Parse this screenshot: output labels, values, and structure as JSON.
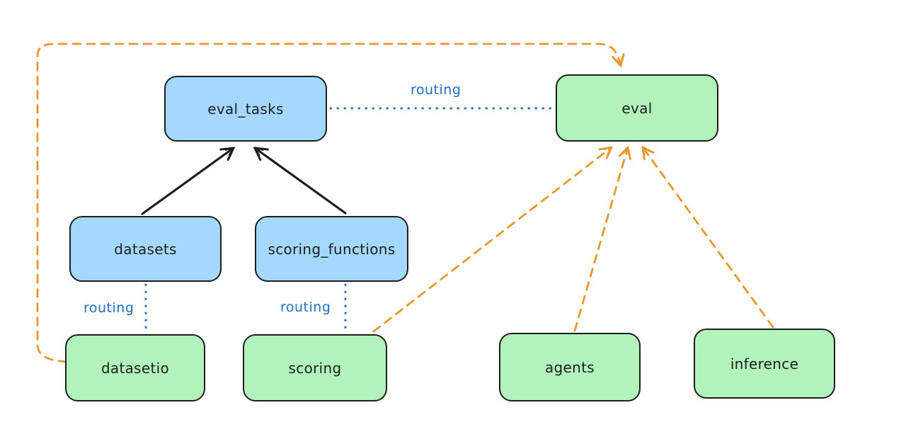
{
  "diagram": {
    "title": "",
    "background_color": "#ffffff",
    "colors": {
      "registry_fill_blue": "#a5d8ff",
      "api_fill_green": "#b2f2bb",
      "node_stroke": "#1e1e1e",
      "routing_blue": "#1971c2",
      "dashed_orange": "#e8962d",
      "solid_arrow_black": "#1e1e1e"
    },
    "nodes": [
      {
        "id": "eval_tasks",
        "label": "eval_tasks",
        "fill": "#a5d8ff"
      },
      {
        "id": "eval",
        "label": "eval",
        "fill": "#b2f2bb"
      },
      {
        "id": "datasets",
        "label": "datasets",
        "fill": "#a5d8ff"
      },
      {
        "id": "scoring_functions",
        "label": "scoring_functions",
        "fill": "#a5d8ff"
      },
      {
        "id": "datasetio",
        "label": "datasetio",
        "fill": "#b2f2bb"
      },
      {
        "id": "scoring",
        "label": "scoring",
        "fill": "#b2f2bb"
      },
      {
        "id": "agents",
        "label": "agents",
        "fill": "#b2f2bb"
      },
      {
        "id": "inference",
        "label": "inference",
        "fill": "#b2f2bb"
      }
    ],
    "edges": [
      {
        "from": "datasets",
        "to": "eval_tasks",
        "style": "solid-arrow",
        "color": "#1e1e1e",
        "label": ""
      },
      {
        "from": "scoring_functions",
        "to": "eval_tasks",
        "style": "solid-arrow",
        "color": "#1e1e1e",
        "label": ""
      },
      {
        "from": "eval_tasks",
        "to": "eval",
        "style": "dotted-line",
        "color": "#1971c2",
        "label": "routing"
      },
      {
        "from": "datasets",
        "to": "datasetio",
        "style": "dotted-line",
        "color": "#1971c2",
        "label": "routing"
      },
      {
        "from": "scoring_functions",
        "to": "scoring",
        "style": "dotted-line",
        "color": "#1971c2",
        "label": "routing"
      },
      {
        "from": "datasetio",
        "to": "eval",
        "style": "dashed-arrow",
        "color": "#e8962d",
        "label": ""
      },
      {
        "from": "scoring",
        "to": "eval",
        "style": "dashed-arrow",
        "color": "#e8962d",
        "label": ""
      },
      {
        "from": "agents",
        "to": "eval",
        "style": "dashed-arrow",
        "color": "#e8962d",
        "label": ""
      },
      {
        "from": "inference",
        "to": "eval",
        "style": "dashed-arrow",
        "color": "#e8962d",
        "label": ""
      }
    ]
  }
}
